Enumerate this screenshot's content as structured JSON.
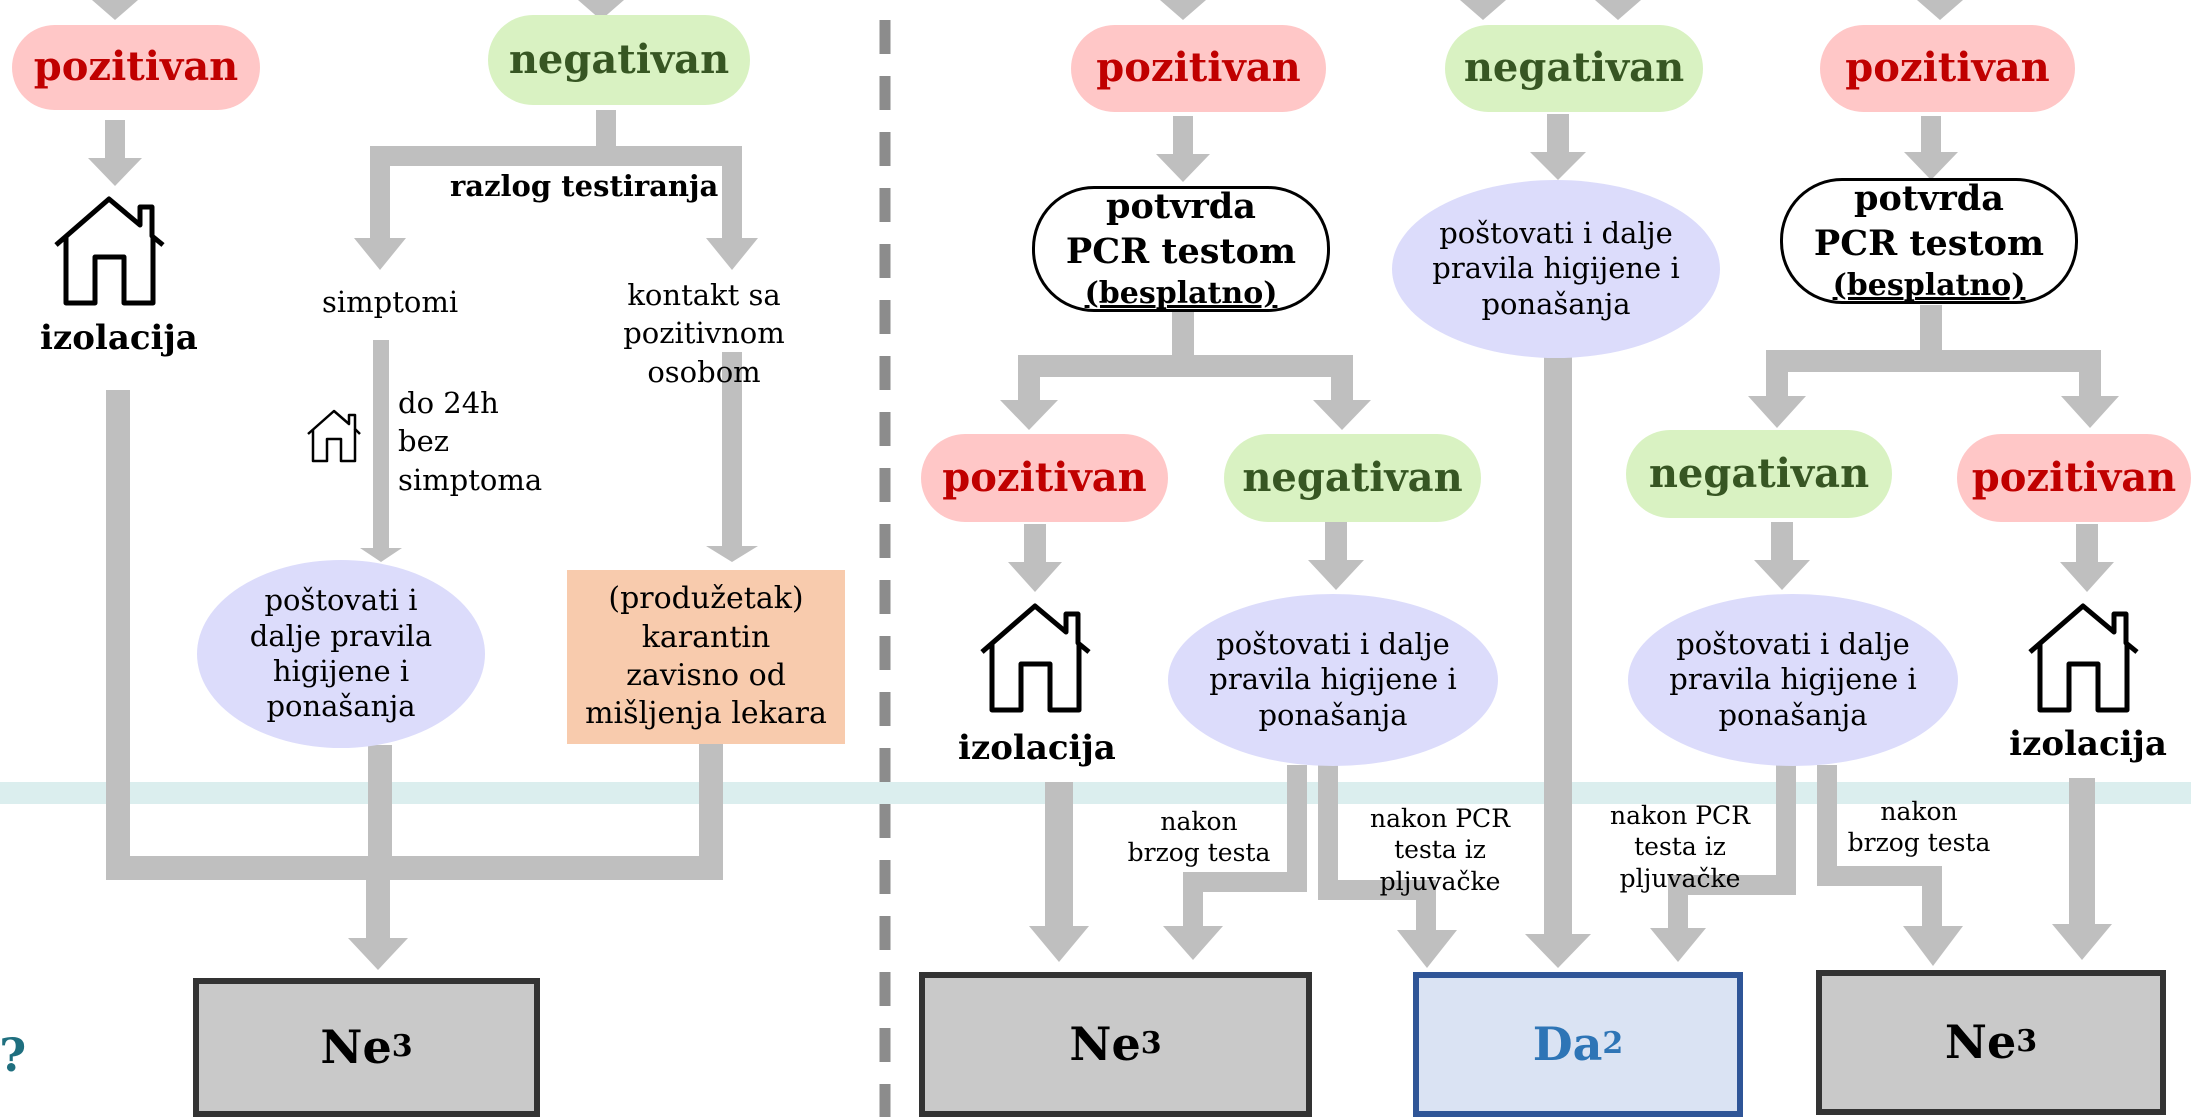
{
  "colors": {
    "positive_fill": "#ffc7c7",
    "positive_text": "#c00000",
    "negative_fill": "#d9f2c2",
    "negative_text": "#375623",
    "guidance_fill": "#dcdcfb",
    "quarantine_fill": "#f8cbad",
    "result_no_fill": "#c9c9c9",
    "result_yes_fill": "#dae3f3",
    "result_yes_border": "#2f5597",
    "result_yes_text": "#2e75b6",
    "arrow": "#bfbfbf",
    "band": "#dbeeee"
  },
  "result": {
    "positive": "pozitivan",
    "negative": "negativan"
  },
  "isolation": "izolacija",
  "confirm": {
    "line1": "potvrda",
    "line2": "PCR testom",
    "line3": "(besplatno)"
  },
  "guidance": "poštovati i dalje pravila higijene i ponašanja",
  "left": {
    "reason": "razlog testiranja",
    "symptoms": "simptomi",
    "contact": "kontakt sa pozitivnom osobom",
    "wait_line1": "do 24h",
    "wait_line2": "bez",
    "wait_line3": "simptoma",
    "quarantine_line1": "(produžetak)",
    "quarantine_line2": "karantin",
    "quarantine_line3": "zavisno od",
    "quarantine_line4": "mišljenja lekara"
  },
  "edges": {
    "after_rapid": "nakon brzog testa",
    "after_pcr_saliva": "nakon PCR testa iz pljuvačke"
  },
  "outcomes": {
    "no": "Ne",
    "no_sup": "3",
    "yes": "Da",
    "yes_sup": "2"
  },
  "edge_fragment": "t?",
  "icons": [
    "house-icon",
    "arrow-down-icon"
  ]
}
